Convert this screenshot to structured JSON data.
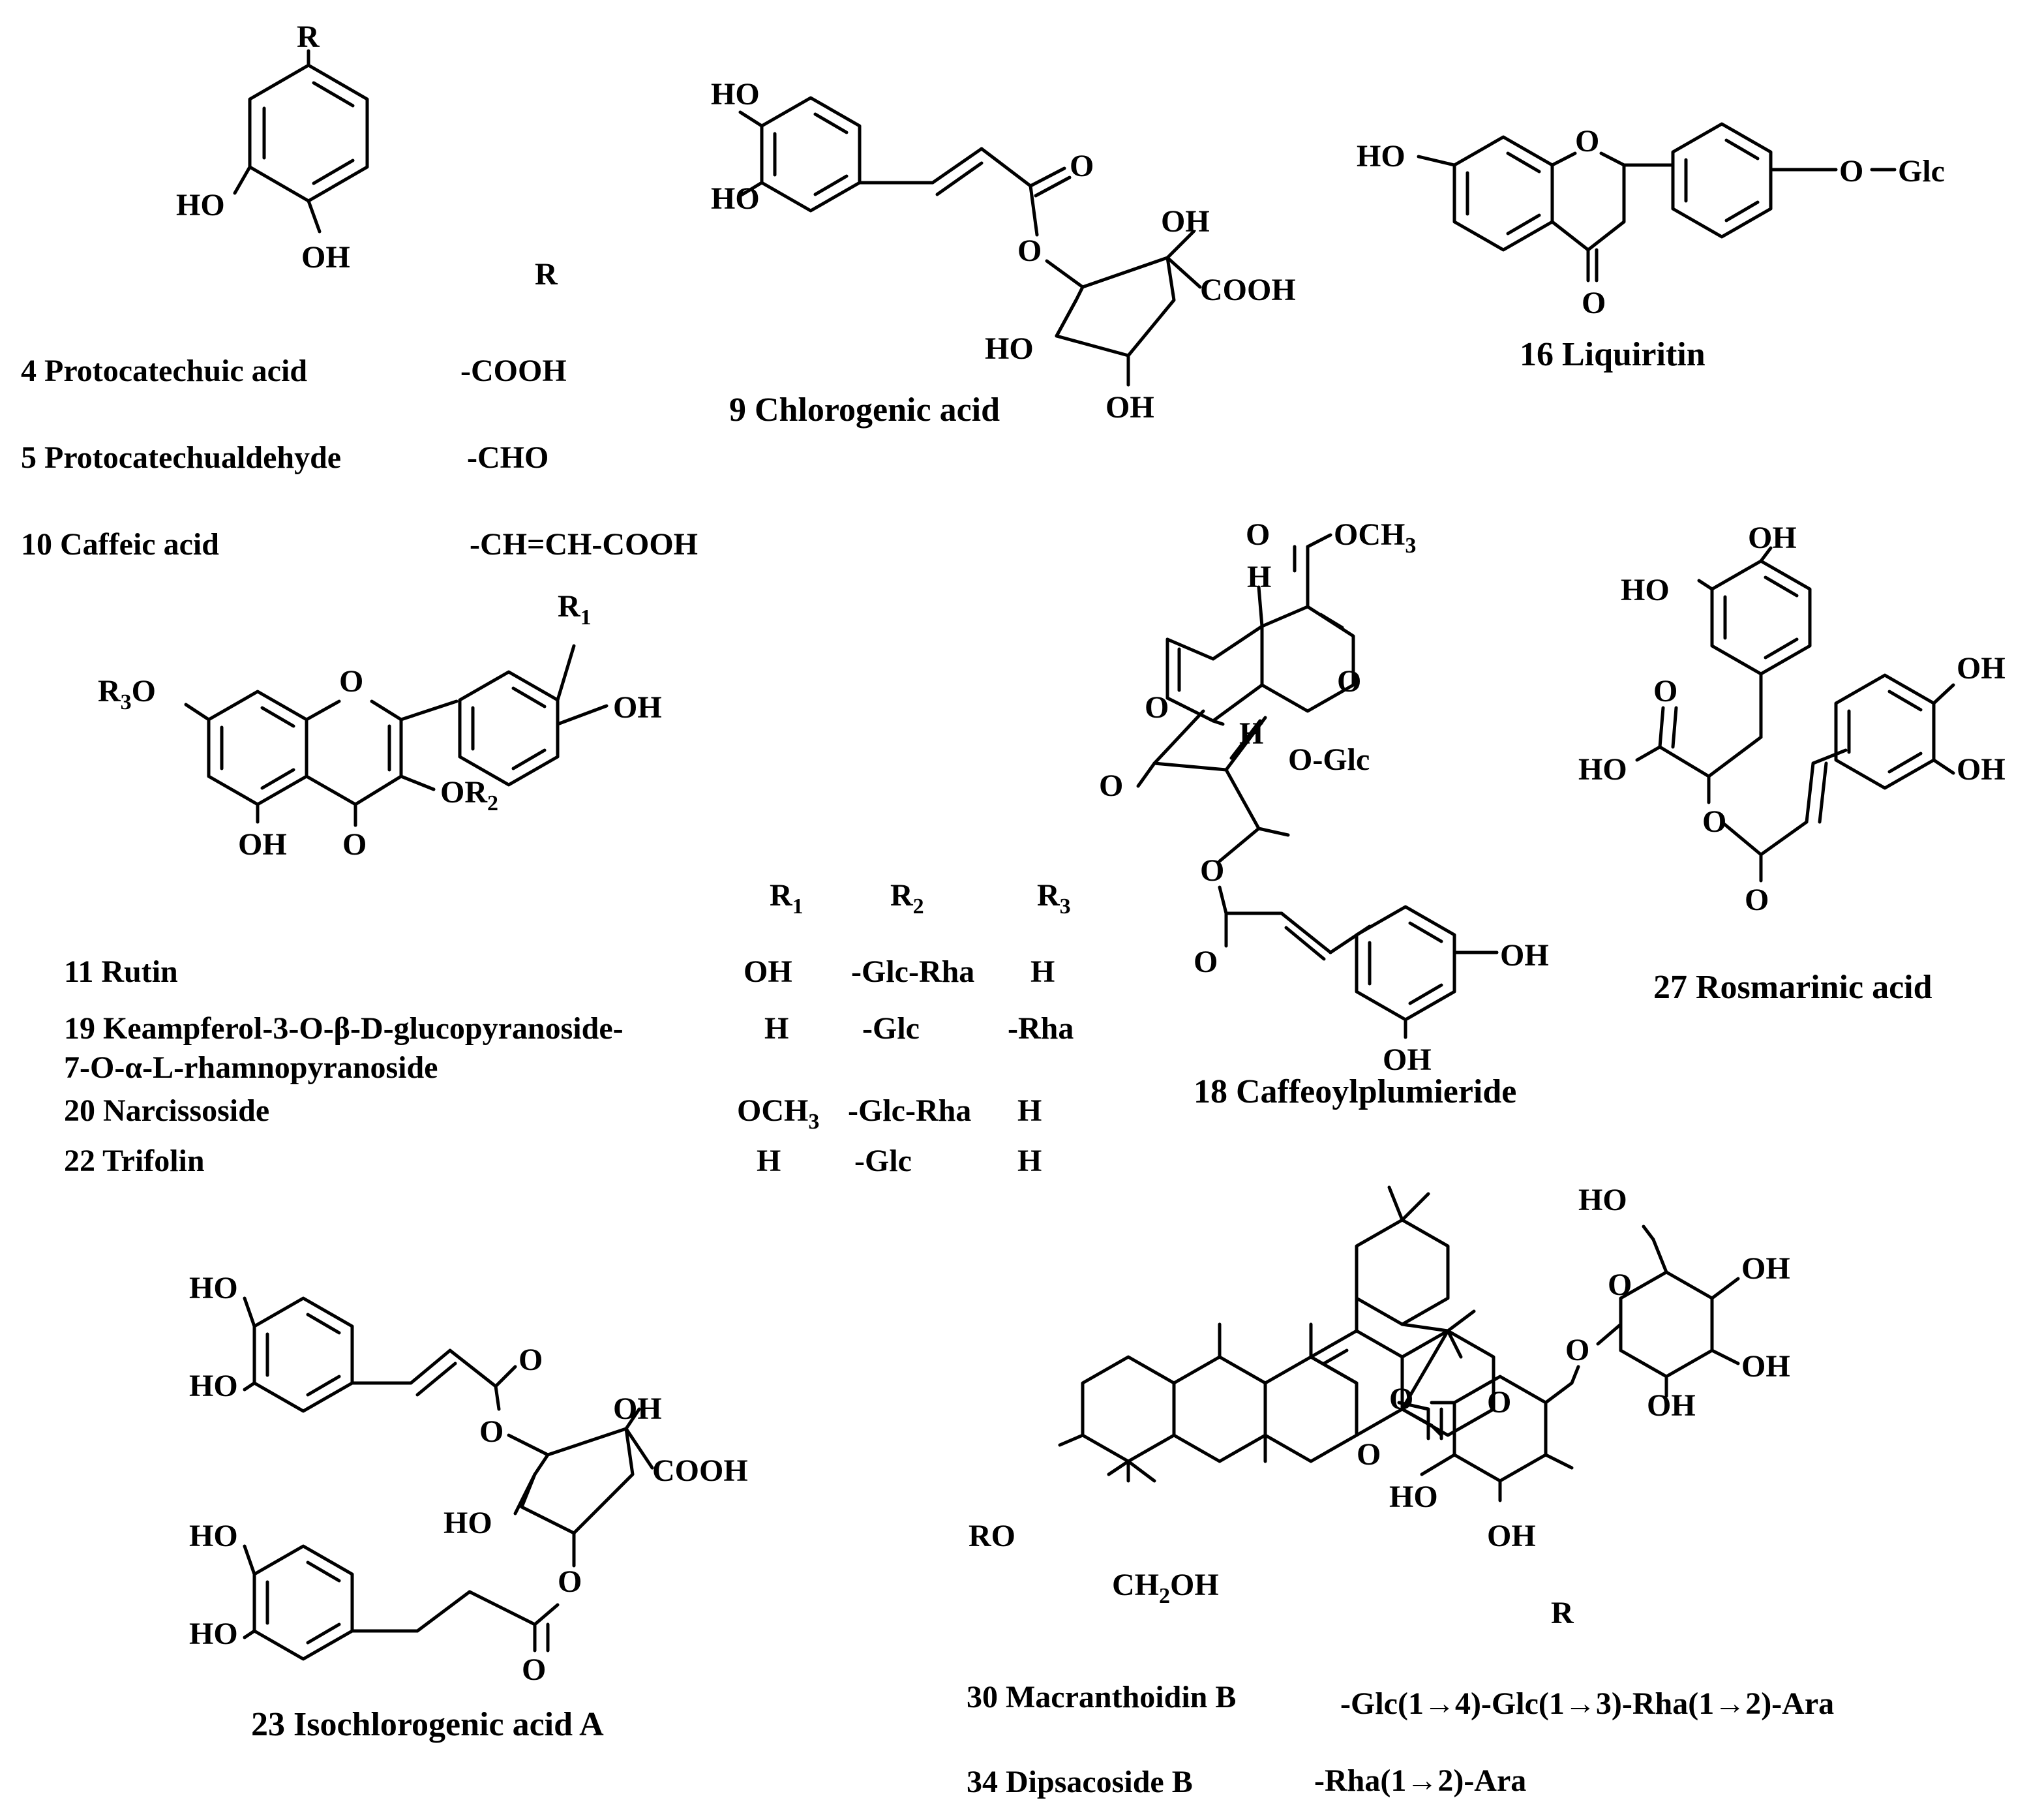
{
  "s1": {
    "r": "R",
    "ho": "HO",
    "oh": "OH",
    "r_header": "R",
    "rows": [
      {
        "name": "4 Protocatechuic acid",
        "r": "-COOH"
      },
      {
        "name": "5 Protocatechualdehyde",
        "r": "-CHO"
      },
      {
        "name": "10 Caffeic acid",
        "r": "-CH=CH-COOH"
      }
    ]
  },
  "s9": {
    "ho1": "HO",
    "ho2": "HO",
    "o_carbonyl": "O",
    "o_ester": "O",
    "oh_top": "OH",
    "cooh": "COOH",
    "ho_low": "HO",
    "oh_bottom": "OH",
    "caption": "9 Chlorogenic acid"
  },
  "s16": {
    "ho": "HO",
    "o_ring": "O",
    "o_glc": "O",
    "glc": "Glc",
    "o_keto": "O",
    "caption": "16 Liquiritin"
  },
  "s11": {
    "r3": "R",
    "r3_sub": "3",
    "r3_o": "O",
    "o_ring": "O",
    "r1": "R",
    "r1_sub": "1",
    "oh": "OH",
    "or2": "OR",
    "or2_sub": "2",
    "oh_low": "OH",
    "o_keto": "O",
    "headers": [
      {
        "l": "R",
        "s": "1"
      },
      {
        "l": "R",
        "s": "2"
      },
      {
        "l": "R",
        "s": "3"
      }
    ],
    "rows": [
      {
        "name": "11 Rutin",
        "r1": "OH",
        "r2": "-Glc-Rha",
        "r3": "H"
      },
      {
        "name": "19 Keampferol-3-O-β-D-glucopyranoside-",
        "name2": "7-O-α-L-rhamnopyranoside",
        "r1": "H",
        "r2": "-Glc",
        "r3": "-Rha"
      },
      {
        "name": "20 Narcissoside",
        "r1": "OCH",
        "r1_sub": "3",
        "r2": "-Glc-Rha",
        "r3": "H"
      },
      {
        "name": "22 Trifolin",
        "r1": "H",
        "r2": "-Glc",
        "r3": "H"
      }
    ]
  },
  "s18": {
    "o_carb": "O",
    "och3": "OCH",
    "och3_sub": "3",
    "h_top": "H",
    "o_ring": "O",
    "o_lactone": "O",
    "h_mid": "H",
    "o_glc": "O-Glc",
    "o_keto": "O",
    "o_ester": "O",
    "o_carbonyl": "O",
    "oh1": "OH",
    "oh2": "OH",
    "caption": "18 Caffeoylplumieride"
  },
  "s27": {
    "oh_top": "OH",
    "ho_top": "HO",
    "o_acid": "O",
    "ho_acid": "HO",
    "o_ester": "O",
    "oh_r1": "OH",
    "oh_r2": "OH",
    "o_carbonyl": "O",
    "caption": "27 Rosmarinic acid"
  },
  "s23": {
    "ho1": "HO",
    "ho2": "HO",
    "o_carb1": "O",
    "o_est1": "O",
    "oh": "OH",
    "cooh": "COOH",
    "ho_ring": "HO",
    "ho3": "HO",
    "ho4": "HO",
    "o_est2": "O",
    "o_carb2": "O",
    "caption": "23 Isochlorogenic acid A"
  },
  "s30": {
    "ro": "RO",
    "ch2oh": "CH",
    "ch2oh_sub": "2",
    "ch2oh_tail": "OH",
    "o_ester": "O",
    "o_carb": "O",
    "o_ring1": "O",
    "ho_r1": "HO",
    "oh_r1": "OH",
    "o_link": "O",
    "ho_top": "HO",
    "o_ring2": "O",
    "oh_r2a": "OH",
    "oh_r2b": "OH",
    "oh_r2c": "OH",
    "r_header": "R",
    "rows": [
      {
        "name": "30 Macranthoidin B",
        "r": "-Glc(1→4)-Glc(1→3)-Rha(1→2)-Ara"
      },
      {
        "name": "34 Dipsacoside B",
        "r": "-Rha(1→2)-Ara"
      }
    ]
  }
}
